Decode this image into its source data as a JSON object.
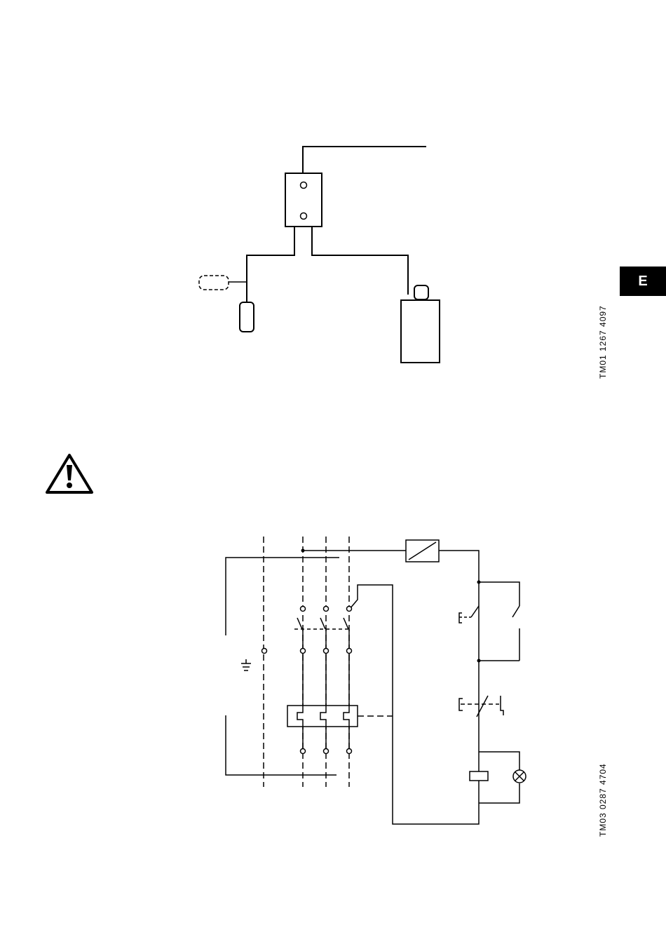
{
  "section_tab": {
    "label": "E",
    "color": "#000000"
  },
  "figures": [
    {
      "id_label": "TM01 1267 4097"
    },
    {
      "id_label": "TM03 0287 4704"
    }
  ],
  "warning_icon": "warning-triangle-icon"
}
